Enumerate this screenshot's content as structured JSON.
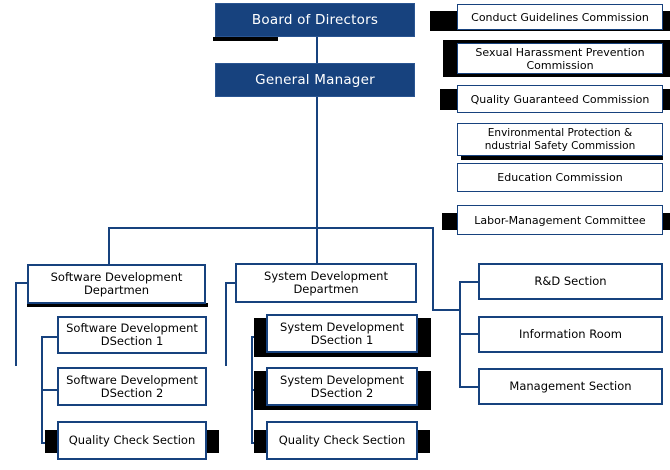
{
  "board": {
    "label": "Board of Directors"
  },
  "general_manager": {
    "label": "General Manager"
  },
  "commissions": [
    {
      "label": "Conduct Guidelines Commission"
    },
    {
      "label": "Sexual Harassment Prevention Commission"
    },
    {
      "label": "Quality Guaranteed Commission"
    },
    {
      "label": "Environmental Protection & ndustrial Safety Commission"
    },
    {
      "label": "Education Commission"
    },
    {
      "label": "Labor-Management Committee"
    }
  ],
  "software_department": {
    "label": "Software Development Departmen",
    "sections": [
      {
        "label": "Software Development DSection 1"
      },
      {
        "label": "Software Development DSection 2"
      },
      {
        "label": "Quality Check Section"
      }
    ]
  },
  "system_department": {
    "label": "System Development Departmen",
    "sections": [
      {
        "label": "System Development DSection 1"
      },
      {
        "label": "System Development DSection 2"
      },
      {
        "label": "Quality Check Section"
      }
    ]
  },
  "staff_sections": [
    {
      "label": "R&D Section"
    },
    {
      "label": "Information Room"
    },
    {
      "label": "Management Section"
    }
  ],
  "colors": {
    "accent_navy": "#17427e",
    "highlight_black": "#000000"
  }
}
